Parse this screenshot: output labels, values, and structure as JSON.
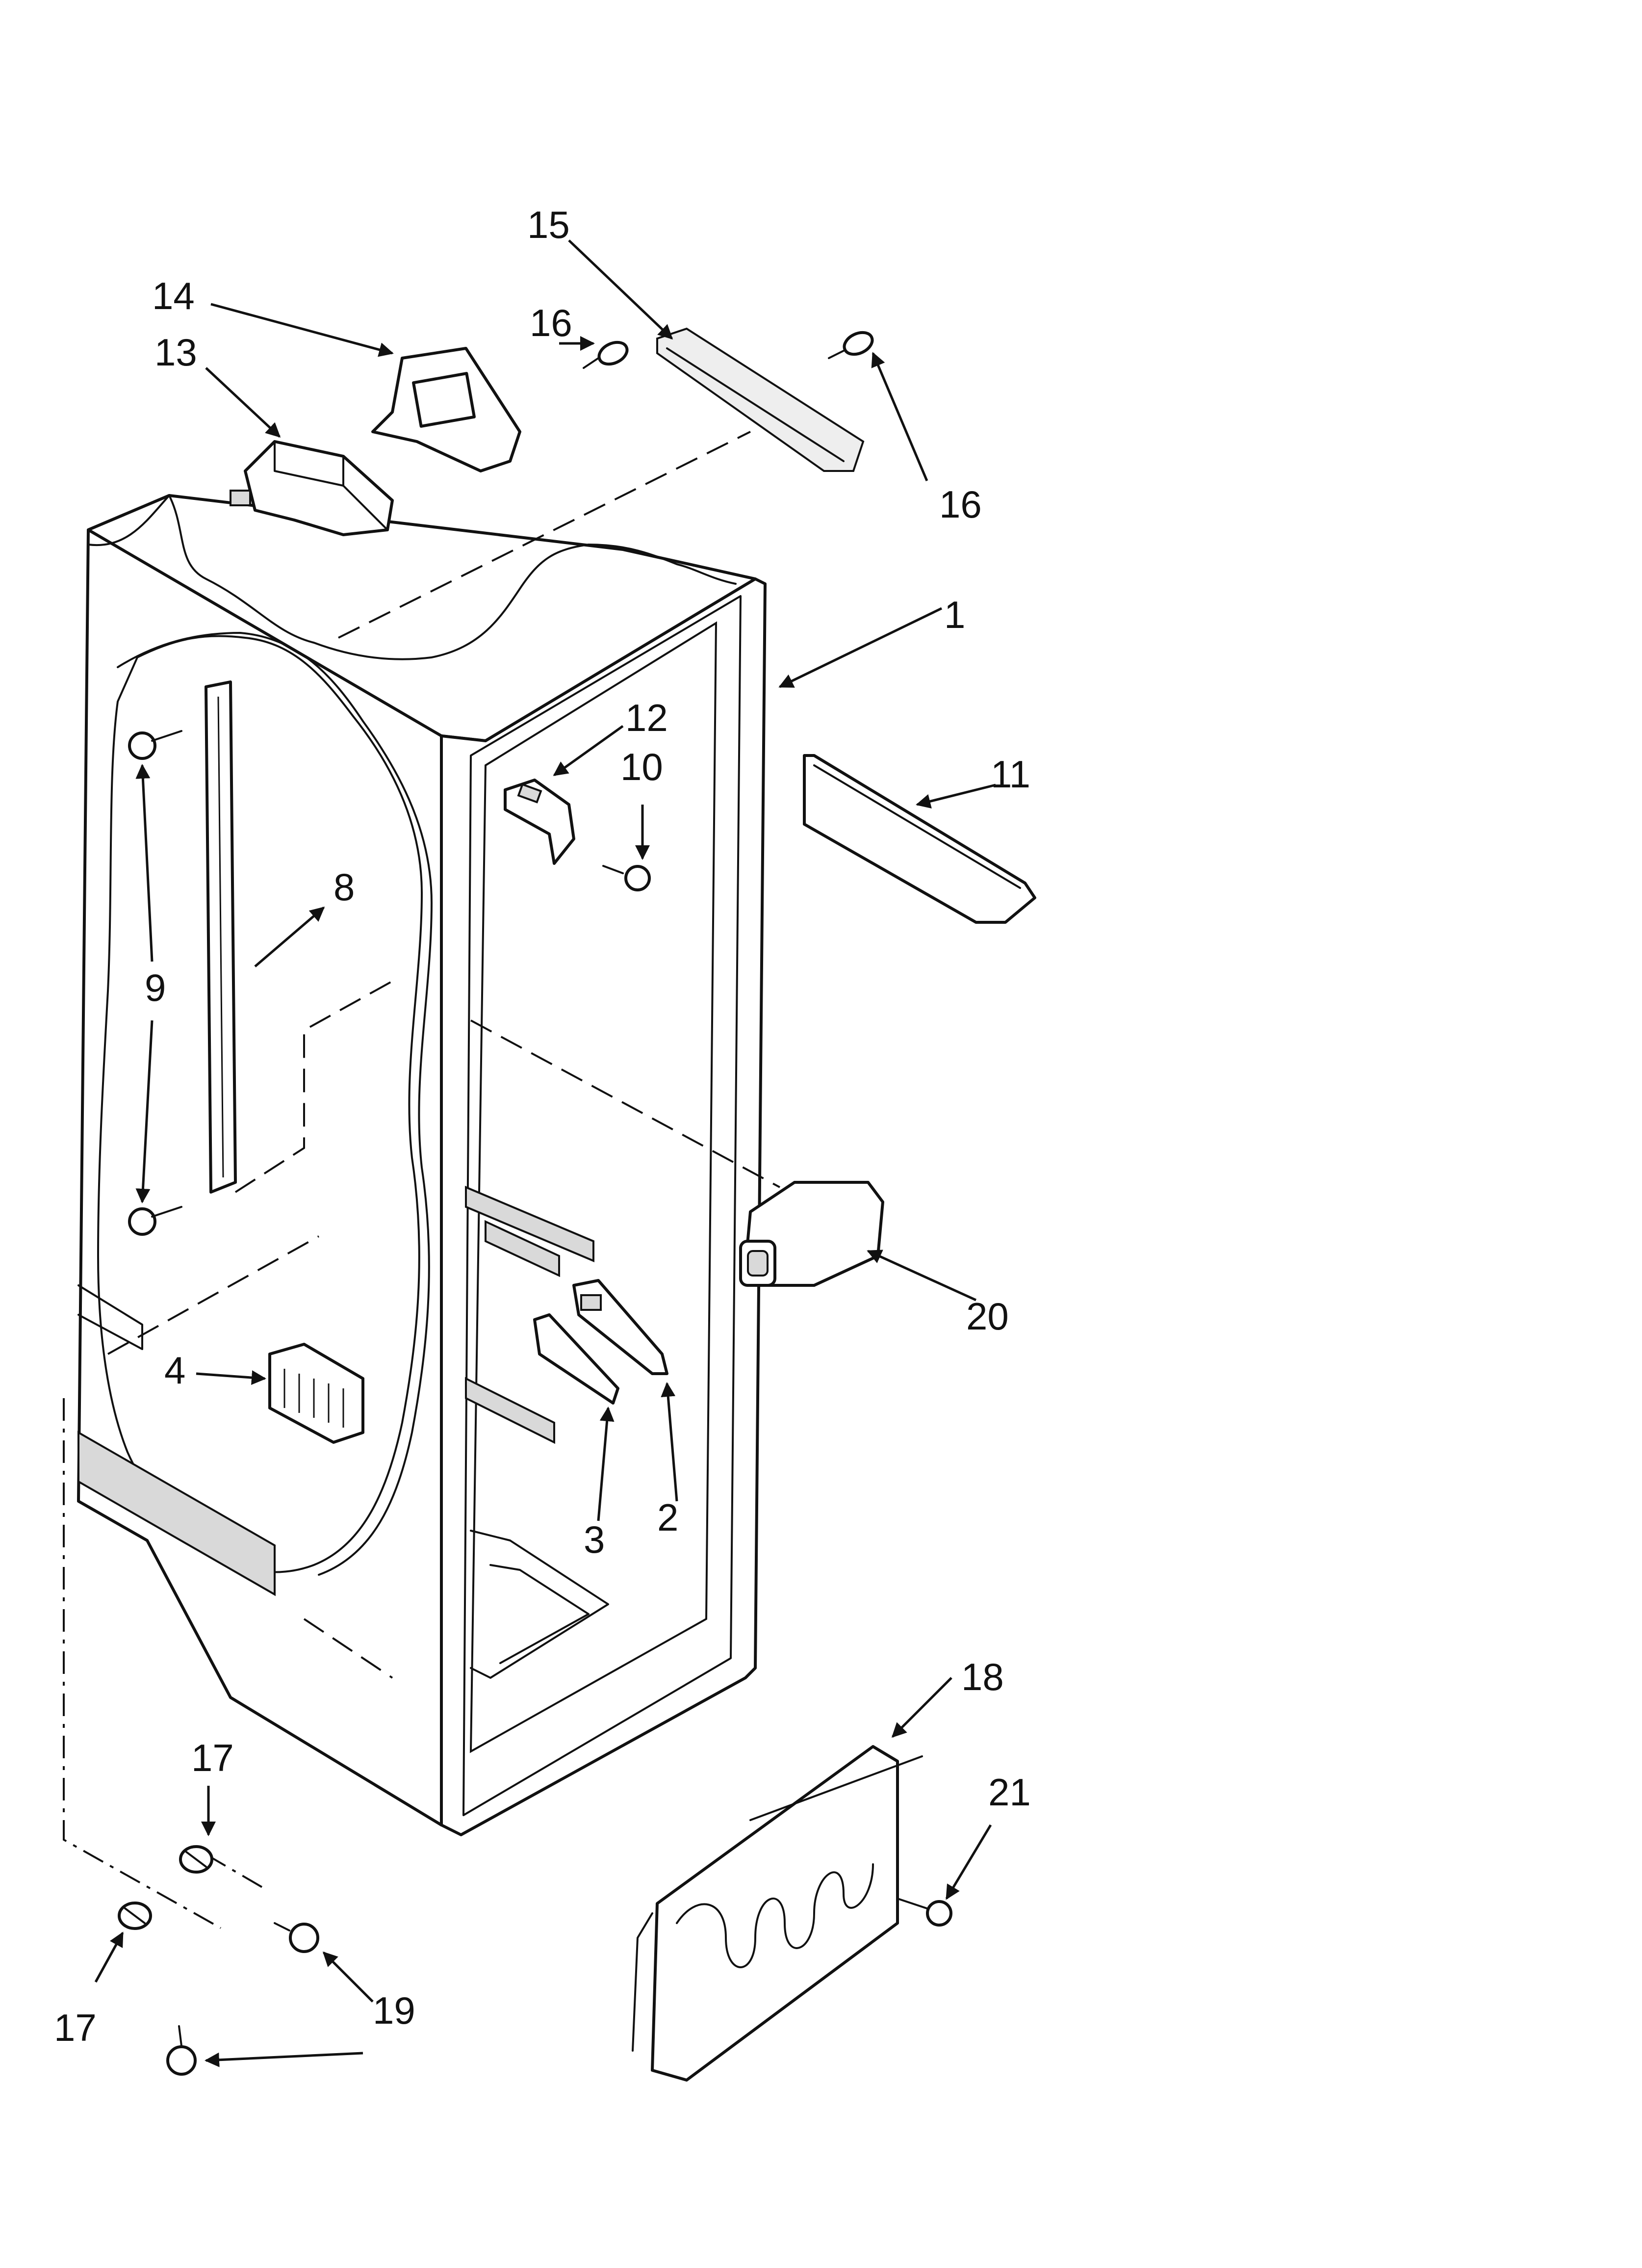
{
  "callouts": {
    "c1": "1",
    "c2": "2",
    "c3": "3",
    "c4": "4",
    "c8": "8",
    "c9": "9",
    "c10": "10",
    "c11": "11",
    "c12": "12",
    "c13": "13",
    "c14": "14",
    "c15": "15",
    "c16a": "16",
    "c16b": "16",
    "c17a": "17",
    "c17b": "17",
    "c18": "18",
    "c19": "19",
    "c20": "20",
    "c21": "21"
  }
}
